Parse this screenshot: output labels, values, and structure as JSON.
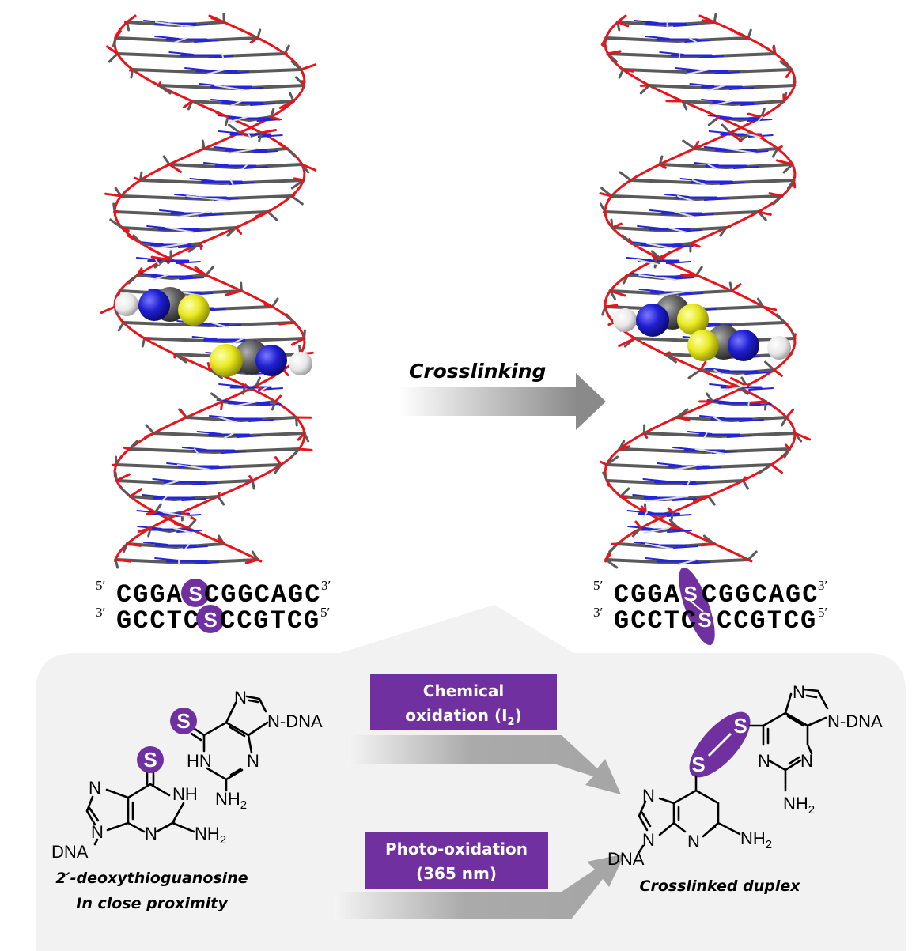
{
  "colors": {
    "purple": "#7030a0",
    "panel": "#f2f2f2",
    "arrow_gray": "#8c8c8c",
    "oxygen": "#e8141c",
    "nitrogen": "#2424d8",
    "carbon": "#5a5a5a",
    "sulfur": "#e6e61e",
    "hydrogen": "#f4f4f4"
  },
  "main_arrow": {
    "label": "Crosslinking"
  },
  "left_sequence": {
    "top": {
      "prime_start": "5′",
      "before": "CGGA",
      "mod": "S",
      "after": "CGGCAGC",
      "prime_end": "3′"
    },
    "bottom": {
      "prime_start": "3′",
      "before": "GCCTC",
      "mod": "S",
      "after": "CCGTCG",
      "prime_end": "5′"
    }
  },
  "right_sequence": {
    "top": {
      "prime_start": "5′",
      "before": "CGGA",
      "mod": "S",
      "after": "CGGCAGC",
      "prime_end": "3′"
    },
    "bottom": {
      "prime_start": "3′",
      "before": "GCCTC",
      "mod": "S",
      "after": "CCGTCG",
      "prime_end": "5′"
    }
  },
  "reactions": {
    "chemical": {
      "line1": "Chemical",
      "line2_pre": "oxidation (I",
      "line2_sub": "2",
      "line2_post": ")"
    },
    "photo": {
      "line1": "Photo-oxidation",
      "line2": "(365 nm)"
    }
  },
  "reactant": {
    "caption_line1": "2′-deoxythioguanosine",
    "caption_line2": "In close proximity",
    "atoms": {
      "S": "S",
      "N": "N",
      "NH": "NH",
      "HN": "HN",
      "NH2": "NH",
      "sub2": "2",
      "DNA": "DNA",
      "N_DNA": "N-DNA"
    }
  },
  "product": {
    "caption": "Crosslinked duplex",
    "atoms": {
      "S": "S",
      "N": "N",
      "NH2": "NH",
      "sub2": "2",
      "DNA": "DNA",
      "N_DNA": "N-DNA"
    }
  }
}
